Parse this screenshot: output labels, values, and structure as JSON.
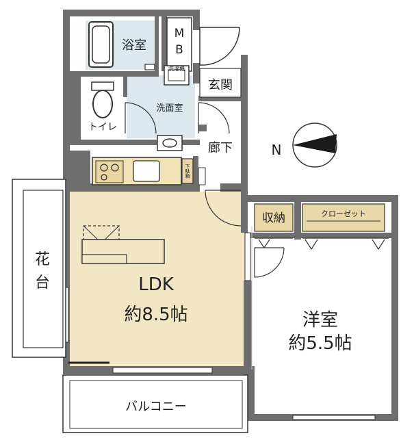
{
  "rooms": {
    "bath": "浴室",
    "mb_top": "M",
    "mb_bottom": "B",
    "entrance": "玄関",
    "washroom": "洗面室",
    "toilet": "トイレ",
    "hallway": "廊下",
    "shoebox": "下駄箱",
    "storage": "収納",
    "closet": "クローゼット",
    "ldk_name": "LDK",
    "ldk_size": "約8.5帖",
    "western_name": "洋室",
    "western_size": "約5.5帖",
    "balcony": "バルコニー",
    "flowerbed_top": "花",
    "flowerbed_bottom": "台",
    "washer_pan": "洗濯機"
  },
  "compass": {
    "label": "N"
  },
  "colors": {
    "wall": "#6e6e6e",
    "ldk_floor": "#f2e6c4",
    "wet_floor": "#dde8ee",
    "storage_fill": "#e9d7a8",
    "line": "#333333"
  }
}
